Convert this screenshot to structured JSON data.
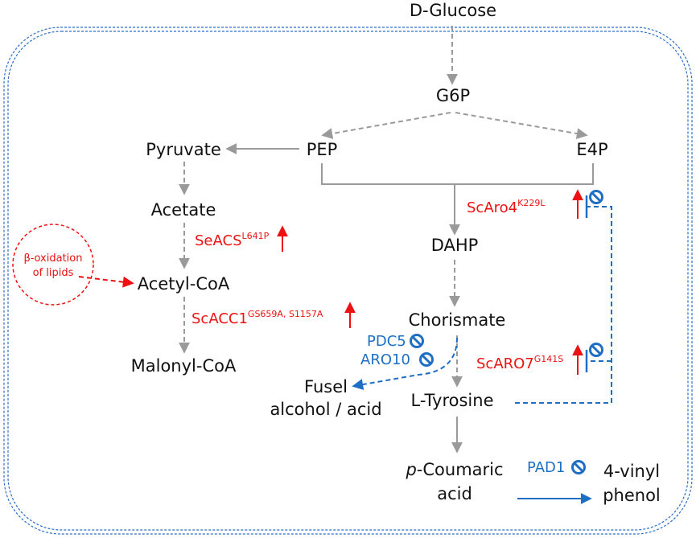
{
  "colors": {
    "main_arrow": "#9a9a9a",
    "enzyme_up": "#ee1111",
    "knockout": "#1e6fc4",
    "cell_border": "#2a6fc9",
    "text": "#111111"
  },
  "metabolites": {
    "d_glucose": "D-Glucose",
    "g6p": "G6P",
    "pep": "PEP",
    "e4p": "E4P",
    "pyruvate": "Pyruvate",
    "acetate": "Acetate",
    "acetyl_coa": "Acetyl-CoA",
    "malonyl_coa": "Malonyl-CoA",
    "dahp": "DAHP",
    "chorismate": "Chorismate",
    "l_tyrosine": "L-Tyrosine",
    "p_coumaric_italic": "p",
    "p_coumaric_rest": "-Coumaric",
    "p_coumaric_line2": "acid",
    "vinyl_line1": "4-vinyl",
    "vinyl_line2": "phenol",
    "fusel_line1": "Fusel",
    "fusel_line2": "alcohol / acid"
  },
  "enzymes": {
    "seacs": {
      "name": "SeACS",
      "mutation": "L641P",
      "icon": "up-arrow-icon"
    },
    "scacc1": {
      "name": "ScACC1",
      "mutation": "GS659A, S1157A",
      "icon": "up-arrow-icon"
    },
    "scaro4": {
      "name": "ScAro4",
      "mutation": "K229L",
      "icon": "up-arrow-icon"
    },
    "scaro7": {
      "name": "ScARO7",
      "mutation": "G141S",
      "icon": "up-arrow-icon"
    }
  },
  "knockouts": {
    "pdc5": {
      "name": "PDC5",
      "icon": "prohibited-icon"
    },
    "aro10": {
      "name": "ARO10",
      "icon": "prohibited-icon"
    },
    "pad1": {
      "name": "PAD1",
      "icon": "prohibited-icon"
    }
  },
  "beta_oxidation": {
    "line1": "β-oxidation",
    "line2": "of lipids"
  }
}
